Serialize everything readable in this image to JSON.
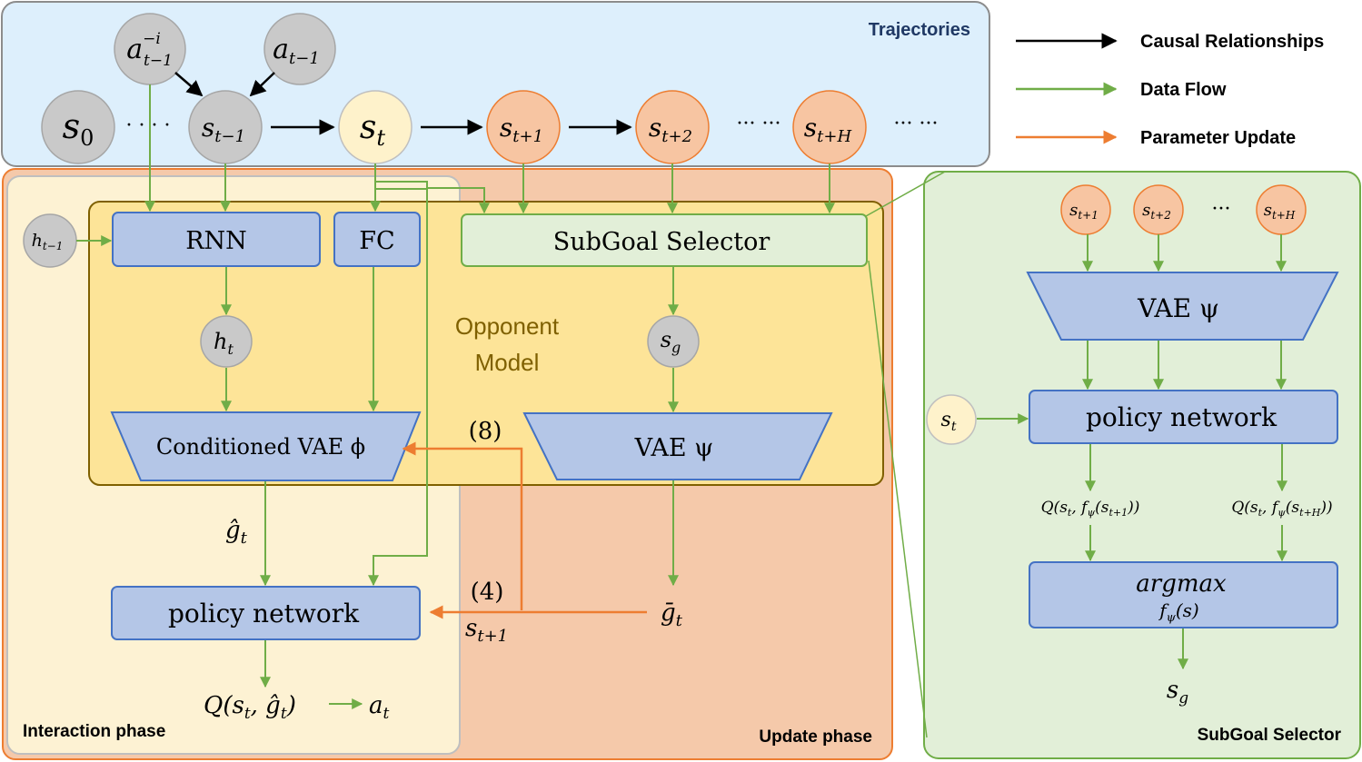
{
  "regions": {
    "trajectories_title": "Trajectories",
    "interaction_phase": "Interaction phase",
    "update_phase": "Update phase",
    "subgoal_selector_panel": "SubGoal Selector",
    "opponent_model_line1": "Opponent",
    "opponent_model_line2": "Model"
  },
  "legend": {
    "causal": "Causal Relationships",
    "data_flow": "Data Flow",
    "param_update": "Parameter Update"
  },
  "nodes": {
    "s0": {
      "base": "s",
      "sub": "0"
    },
    "dots_left": "· · · ·",
    "s_tm1": {
      "base": "s",
      "sub": "t−1"
    },
    "s_t": {
      "base": "s",
      "sub": "t"
    },
    "s_tp1": {
      "base": "s",
      "sub": "t+1"
    },
    "s_tp2": {
      "base": "s",
      "sub": "t+2"
    },
    "dots_mid": "··· ···",
    "s_tpH": {
      "base": "s",
      "sub": "t+H"
    },
    "dots_right": "··· ···",
    "a_opp": {
      "base": "a",
      "sup": "−i",
      "sub": "t−1"
    },
    "a_tm1": {
      "base": "a",
      "sub": "t−1"
    },
    "h_tm1": {
      "base": "h",
      "sub": "t−1"
    },
    "h_t": {
      "base": "h",
      "sub": "t"
    },
    "s_g": {
      "base": "s",
      "sub": "g"
    }
  },
  "boxes": {
    "rnn": "RNN",
    "fc": "FC",
    "subgoal_selector": "SubGoal Selector",
    "cvae": "Conditioned VAE ϕ",
    "vae": "VAE ψ",
    "policy": "policy network"
  },
  "labels": {
    "g_hat": {
      "base": "ĝ",
      "sub": "t"
    },
    "g_bar": {
      "base": "ḡ",
      "sub": "t"
    },
    "eq8": "(8)",
    "eq4": "(4)",
    "s_next": {
      "base": "s",
      "sub": "t+1"
    },
    "q_out": {
      "pre": "Q(s",
      "sub1": "t",
      "mid": ", ĝ",
      "sub2": "t",
      "post": ")"
    },
    "a_t": {
      "base": "a",
      "sub": "t"
    }
  },
  "panel": {
    "s_tp1": {
      "base": "s",
      "sub": "t+1"
    },
    "s_tp2": {
      "base": "s",
      "sub": "t+2"
    },
    "dots": "···",
    "s_tpH": {
      "base": "s",
      "sub": "t+H"
    },
    "vae": "VAE ψ",
    "s_t": {
      "base": "s",
      "sub": "t"
    },
    "policy": "policy network",
    "q1": {
      "pre": "Q(s",
      "sub1": "t",
      "mid": ", f",
      "sub2": "ψ",
      "mid2": "(s",
      "sub3": "t+1",
      "post": "))"
    },
    "q2": {
      "pre": "Q(s",
      "sub1": "t",
      "mid": ", f",
      "sub2": "ψ",
      "mid2": "(s",
      "sub3": "t+H",
      "post": "))"
    },
    "argmax_line1": "argmax",
    "argmax_line2": {
      "base": "f",
      "sub": "ψ",
      "post": "(s)"
    },
    "s_g": {
      "base": "s",
      "sub": "g"
    }
  },
  "colors": {
    "trajectory_bg": "#ddeffc",
    "interaction_bg": "#fdf2d3",
    "update_bg": "#f5c9aa",
    "opponent_bg": "#fde498",
    "panel_bg": "#e2efd8",
    "box_blue": "#b4c6e7",
    "box_blue_stroke": "#4472c4",
    "gray_node": "#c9c9c9",
    "cream_node": "#fef2cb",
    "orange_node": "#f7c5a2",
    "orange_stroke": "#ed7d31",
    "green_arrow": "#70ad47",
    "black_arrow": "#000000"
  }
}
